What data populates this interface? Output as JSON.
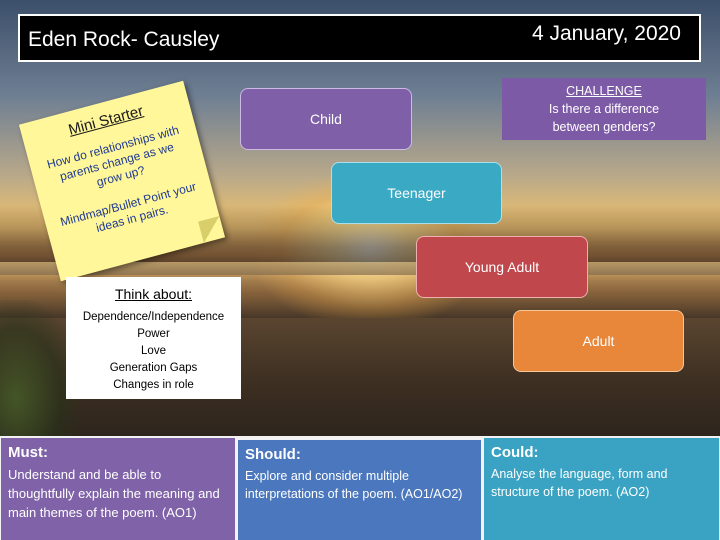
{
  "header": {
    "title": "Eden Rock- Causley",
    "date": "4 January, 2020"
  },
  "mini_starter": {
    "title": "Mini Starter",
    "question": "How do relationships with parents change as we grow up?",
    "task": "Mindmap/Bullet Point your ideas in pairs."
  },
  "think_about": {
    "title": "Think about:",
    "items": [
      "Dependence/Independence",
      "Power",
      "Love",
      "Generation Gaps",
      "Changes in role"
    ]
  },
  "challenge": {
    "title": "CHALLENGE",
    "question": "Is there a difference between genders?"
  },
  "stages": {
    "child": "Child",
    "teenager": "Teenager",
    "young_adult": "Young Adult",
    "adult": "Adult"
  },
  "objectives": {
    "must": {
      "title": "Must:",
      "text": "Understand and be able to thoughtfully explain the meaning and main themes of the poem. (AO1)"
    },
    "should": {
      "title": "Should:",
      "text": "Explore and consider multiple interpretations of the poem. (AO1/AO2)"
    },
    "could": {
      "title": "Could:",
      "text": "Analyse the language, form and structure of the poem. (AO2)"
    }
  },
  "colors": {
    "purple": "#7f5fa8",
    "teal": "#3aa9c3",
    "red": "#c0474b",
    "orange": "#e8863a",
    "blue": "#4a77bd",
    "sticky_yellow": "#fff799"
  }
}
